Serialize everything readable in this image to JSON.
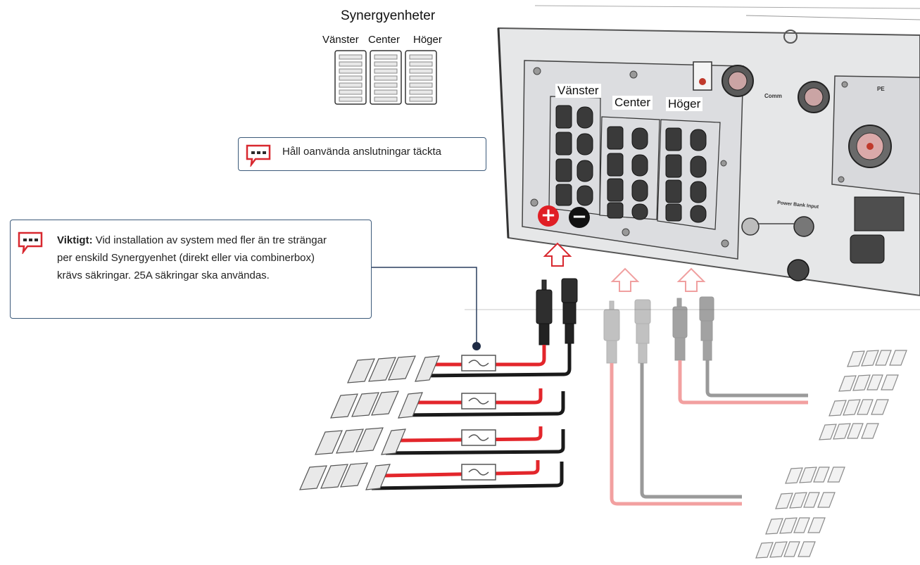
{
  "title": "Synergyenheter",
  "units": {
    "left": "Vänster",
    "center": "Center",
    "right": "Höger"
  },
  "connector_labels": {
    "left": "Vänster",
    "center": "Center",
    "right": "Höger"
  },
  "panel_labels": {
    "comm": "Comm",
    "pe": "PE",
    "power_bank": "Power Bank Input"
  },
  "polarity": {
    "plus": "+",
    "minus": "−"
  },
  "note_cover": {
    "text": "Håll oanvända anslutningar täckta"
  },
  "note_important": {
    "bold": "Viktigt:",
    "text": " Vid installation av system med fler än tre strängar per enskild Synergyenhet (direkt eller via combinerbox) krävs säkringar. 25A säkringar ska användas."
  },
  "colors": {
    "callout_border": "#3c5a7a",
    "icon_red": "#d8282f",
    "cable_red": "#e3262b",
    "cable_black": "#1a1a1a",
    "faded_red": "#f2a0a0",
    "faded_gray": "#9a9a9a",
    "plus_red": "#e01e25"
  },
  "icons": {
    "callout": "speech-bubble-icon",
    "fuse": "fuse-icon",
    "arrow": "up-arrow-icon"
  }
}
